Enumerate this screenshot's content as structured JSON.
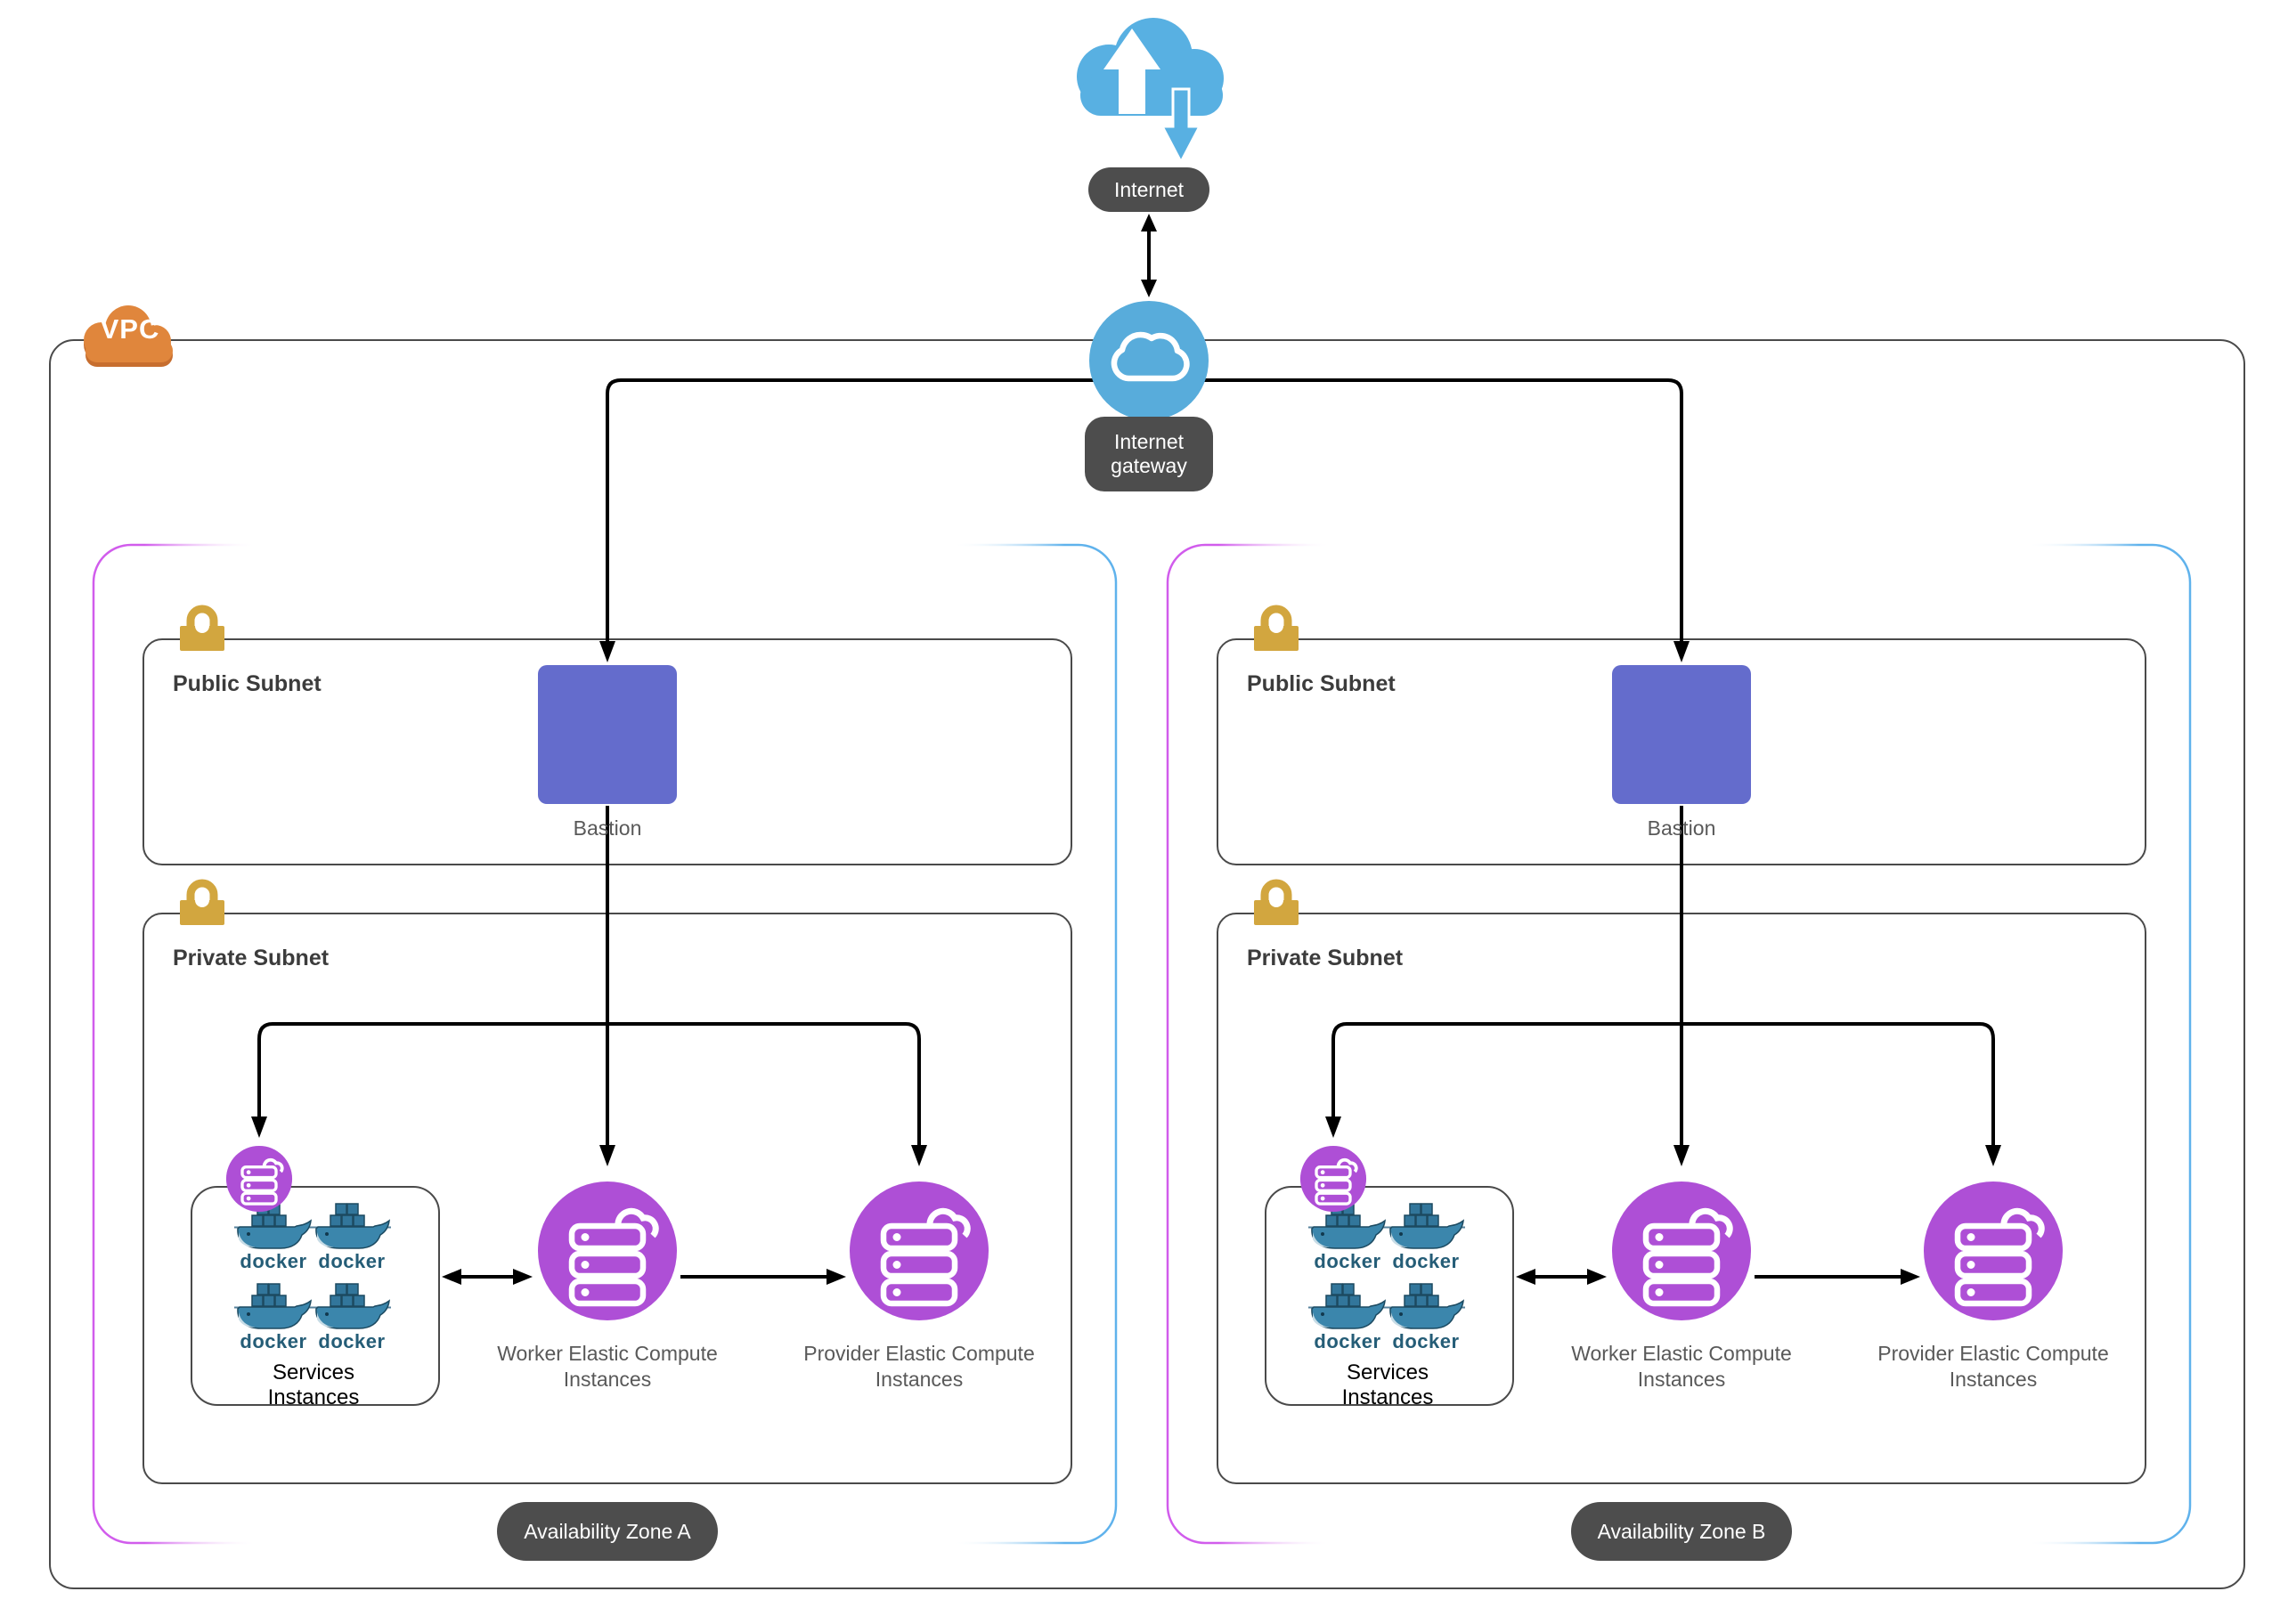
{
  "internet": {
    "label": "Internet"
  },
  "gateway": {
    "label": "Internet gateway"
  },
  "vpc": {
    "label": "VPC"
  },
  "docker_word": "docker",
  "zones": [
    {
      "az_label": "Availability Zone A",
      "public_subnet": {
        "label": "Public Subnet",
        "bastion_label": "Bastion"
      },
      "private_subnet": {
        "label": "Private Subnet",
        "services_label": "Services Instances",
        "worker_label": "Worker Elastic Compute Instances",
        "provider_label": "Provider Elastic Compute Instances"
      }
    },
    {
      "az_label": "Availability Zone B",
      "public_subnet": {
        "label": "Public Subnet",
        "bastion_label": "Bastion"
      },
      "private_subnet": {
        "label": "Private Subnet",
        "services_label": "Services Instances",
        "worker_label": "Worker Elastic Compute Instances",
        "provider_label": "Provider Elastic Compute Instances"
      }
    }
  ],
  "colors": {
    "internet_blue": "#58B0E2",
    "gateway_blue": "#58ACDB",
    "vpc_orange": "#E0863C",
    "vpc_orange_shadow": "#C76E2F",
    "lock_gold": "#D2A63F",
    "bastion_indigo": "#646CCC",
    "instance_purple": "#AE4FD6",
    "label_pill_bg": "#4D4D4D",
    "az_left_magenta": "#D15CEC",
    "az_right_blue": "#5FB2EC",
    "docker_teal": "#32769B",
    "docker_text": "#255D77",
    "border_gray": "#4A4A4A",
    "connector_black": "#000000"
  }
}
